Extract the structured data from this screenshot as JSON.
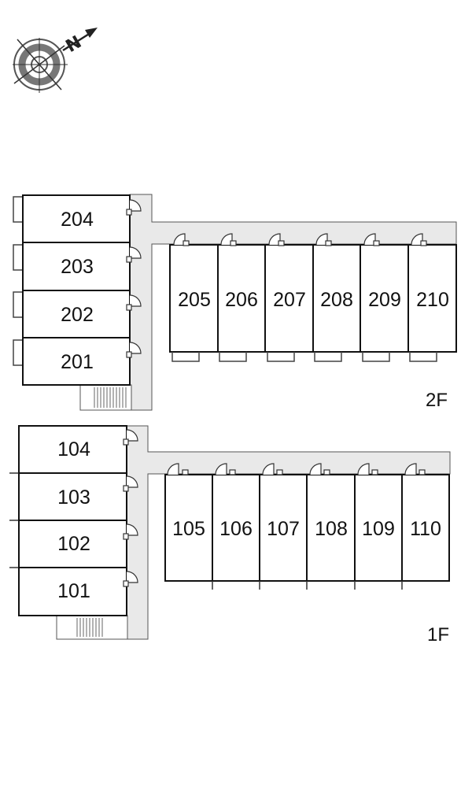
{
  "compass": {
    "north_label": "N",
    "icon": "compass-rose-icon"
  },
  "floors": [
    {
      "id": "2F",
      "label": "2F",
      "left_rooms": [
        "204",
        "203",
        "202",
        "201"
      ],
      "right_rooms": [
        "205",
        "206",
        "207",
        "208",
        "209",
        "210"
      ]
    },
    {
      "id": "1F",
      "label": "1F",
      "left_rooms": [
        "104",
        "103",
        "102",
        "101"
      ],
      "right_rooms": [
        "105",
        "106",
        "107",
        "108",
        "109",
        "110"
      ]
    }
  ],
  "colors": {
    "corridor": "#e9e9e9",
    "wall": "#111111",
    "line": "#444444"
  }
}
